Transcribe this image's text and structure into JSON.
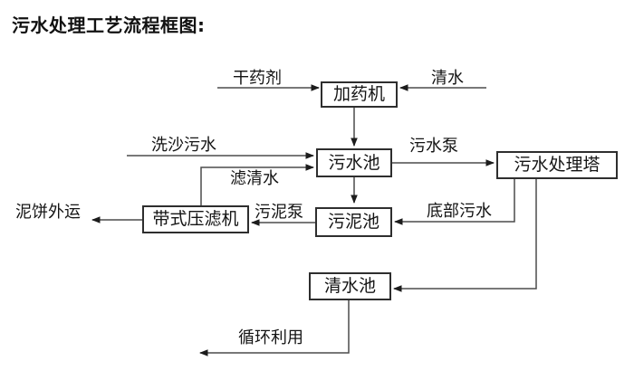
{
  "page": {
    "title": "污水处理工艺流程框图:"
  },
  "nodes": {
    "dosing_machine": "加药机",
    "sewage_pool": "污水池",
    "treatment_tower": "污水处理塔",
    "sludge_pool": "污泥池",
    "belt_filter_press": "带式压滤机",
    "clean_water_pool": "清水池"
  },
  "edge_labels": {
    "dry_chemical": "干药剂",
    "clean_water": "清水",
    "sand_wash_sewage": "洗沙污水",
    "sewage_pump": "污水泵",
    "filtered_water": "滤清水",
    "sludge_pump": "污泥泵",
    "bottom_sewage": "底部污水",
    "mud_cake_transport": "泥饼外运",
    "recycling": "循环利用"
  },
  "colors": {
    "line": "#4b4b4b",
    "arrowhead": "#1c1c1c",
    "box_border": "#2e2e2e",
    "text": "#141414",
    "background": "#ffffff"
  }
}
